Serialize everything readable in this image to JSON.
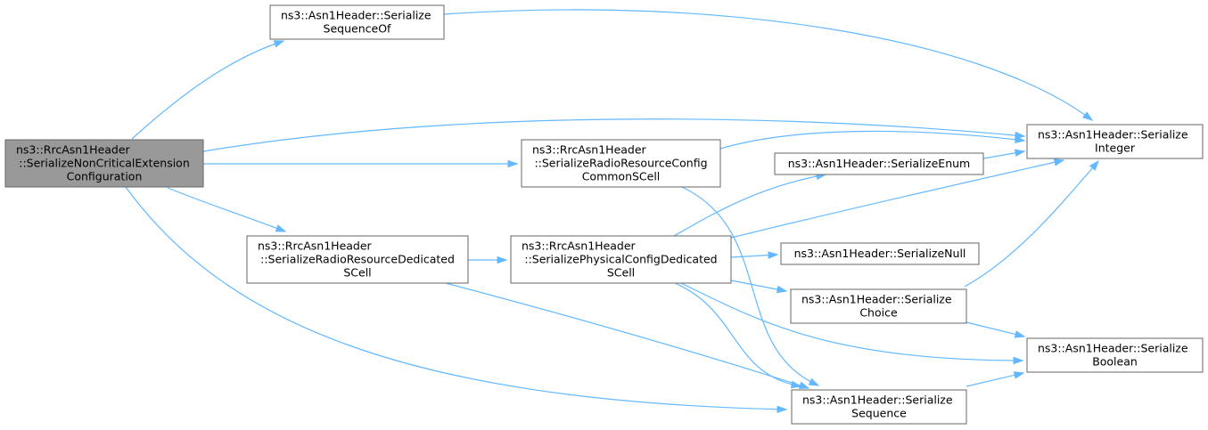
{
  "colors": {
    "edge": "#63b8ff",
    "root_fill": "#999999",
    "node_fill": "#ffffff",
    "node_border": "#666666"
  },
  "nodes": [
    {
      "id": "root",
      "lines": [
        "ns3::RrcAsn1Header",
        "::SerializeNonCriticalExtension",
        "Configuration"
      ]
    },
    {
      "id": "seqof",
      "lines": [
        "ns3::Asn1Header::Serialize",
        "SequenceOf"
      ]
    },
    {
      "id": "rrccommon",
      "lines": [
        "ns3::RrcAsn1Header",
        "::SerializeRadioResourceConfig",
        "CommonSCell"
      ]
    },
    {
      "id": "rrcded",
      "lines": [
        "ns3::RrcAsn1Header",
        "::SerializeRadioResourceDedicated",
        "SCell"
      ]
    },
    {
      "id": "physded",
      "lines": [
        "ns3::RrcAsn1Header",
        "::SerializePhysicalConfigDedicated",
        "SCell"
      ]
    },
    {
      "id": "enum",
      "lines": [
        "ns3::Asn1Header::SerializeEnum"
      ]
    },
    {
      "id": "null",
      "lines": [
        "ns3::Asn1Header::SerializeNull"
      ]
    },
    {
      "id": "choice",
      "lines": [
        "ns3::Asn1Header::Serialize",
        "Choice"
      ]
    },
    {
      "id": "sequence",
      "lines": [
        "ns3::Asn1Header::Serialize",
        "Sequence"
      ]
    },
    {
      "id": "integer",
      "lines": [
        "ns3::Asn1Header::Serialize",
        "Integer"
      ]
    },
    {
      "id": "boolean",
      "lines": [
        "ns3::Asn1Header::Serialize",
        "Boolean"
      ]
    }
  ],
  "edges": [
    {
      "from": "root",
      "to": "seqof"
    },
    {
      "from": "root",
      "to": "integer"
    },
    {
      "from": "root",
      "to": "rrccommon"
    },
    {
      "from": "root",
      "to": "rrcded"
    },
    {
      "from": "root",
      "to": "sequence"
    },
    {
      "from": "seqof",
      "to": "integer"
    },
    {
      "from": "rrccommon",
      "to": "integer"
    },
    {
      "from": "rrccommon",
      "to": "sequence"
    },
    {
      "from": "rrcded",
      "to": "physded"
    },
    {
      "from": "rrcded",
      "to": "sequence"
    },
    {
      "from": "physded",
      "to": "enum"
    },
    {
      "from": "physded",
      "to": "integer"
    },
    {
      "from": "physded",
      "to": "null"
    },
    {
      "from": "physded",
      "to": "choice"
    },
    {
      "from": "physded",
      "to": "boolean"
    },
    {
      "from": "physded",
      "to": "sequence"
    },
    {
      "from": "enum",
      "to": "integer"
    },
    {
      "from": "choice",
      "to": "integer"
    },
    {
      "from": "choice",
      "to": "boolean"
    },
    {
      "from": "sequence",
      "to": "boolean"
    }
  ]
}
